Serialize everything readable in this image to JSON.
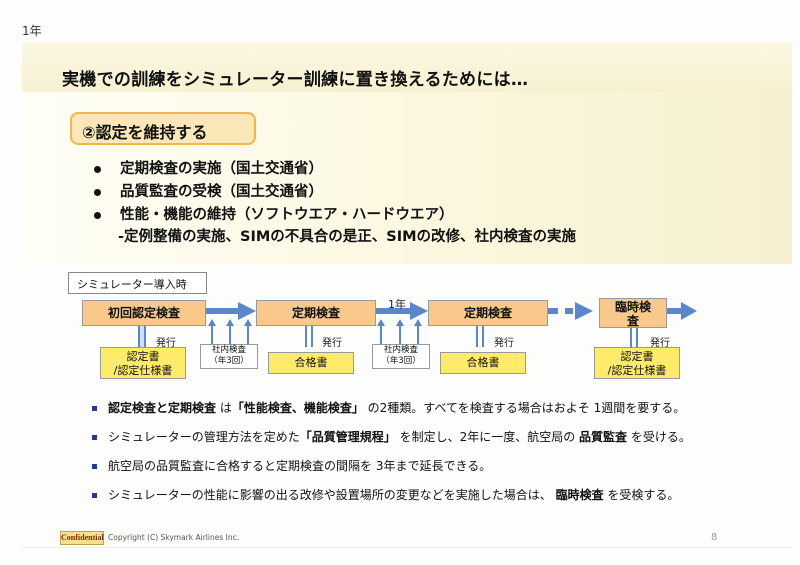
{
  "page_label": "1年",
  "title": "実機での訓練をシミュレーター訓練に置き換えるためには…",
  "subhead": "②認定を維持する",
  "bullets": [
    "定期検査の実施（国土交通省）",
    "品質監査の受検（国土交通省）",
    "性能・機能の維持（ソフトウエア・ハードウエア）"
  ],
  "subline": "-定例整備の実施、SIMの不具合の是正、SIMの改修、社内検査の実施",
  "flow": {
    "intro": "シミュレーター導入時",
    "steps": [
      "初回認定検査",
      "定期検査",
      "定期検査",
      "臨時検査"
    ],
    "docs": [
      "認定書\n/認定仕様書",
      "合格書",
      "合格書",
      "認定書\n/認定仕様書"
    ],
    "issue_label": "発行",
    "internal_check": "社内検査\n（年3回）",
    "year_label": "1年"
  },
  "lower": [
    {
      "pre": "",
      "bold1": "認定検査と定期検査",
      "mid1": " は",
      "bold2": "「性能検査、機能検査」",
      "post": " の2種類。すべてを検査する場合はおよそ 1週間を要する。"
    },
    {
      "pre": "シミュレーターの管理方法を定めた",
      "bold1": "「品質管理規程」",
      "mid1": " を制定し、2年に一度、航空局の ",
      "bold2": "品質監査",
      "post": " を受ける。"
    },
    {
      "pre": "航空局の品質監査に合格すると定期検査の間隔を 3年まで延長できる。",
      "bold1": "",
      "mid1": "",
      "bold2": "",
      "post": ""
    },
    {
      "pre": "シミュレーターの性能に影響の出る改修や設置場所の変更などを実施した場合は、 ",
      "bold1": "臨時検査",
      "mid1": " を受検する。",
      "bold2": "",
      "post": ""
    }
  ],
  "footer": {
    "confidential": "Confidential",
    "copyright": "Copyright (C) Skymark Airlines Inc.",
    "page_number": "8"
  },
  "colors": {
    "step_fill": "#f9c98b",
    "doc_fill": "#ffeb6a",
    "arrow": "#5b86c9",
    "bullet_square": "#1f3a93"
  }
}
